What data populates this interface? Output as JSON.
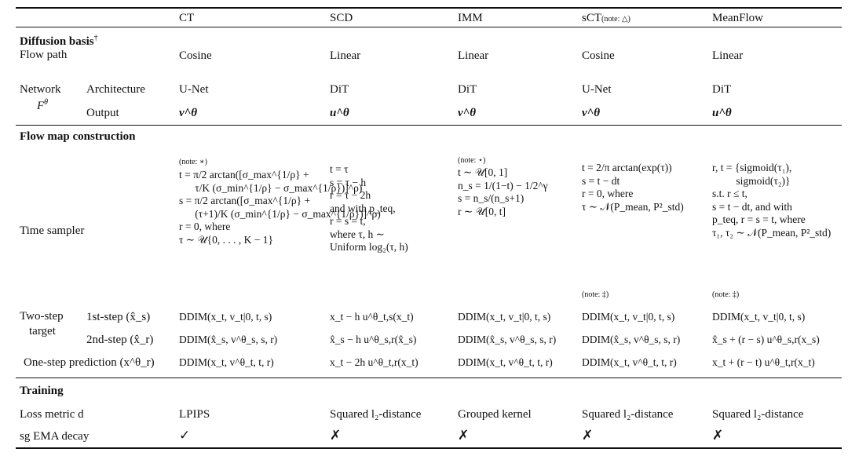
{
  "header": {
    "c1": "CT",
    "c2": "SCD",
    "c3": "IMM",
    "c4_main": "sCT",
    "c4_note": "(note: △)",
    "c5": "MeanFlow"
  },
  "sections": {
    "diffusion": "Diffusion basis",
    "diffusion_sup": "†",
    "flowmap": "Flow map construction",
    "training": "Training"
  },
  "flow_path": {
    "label": "Flow path",
    "c1": "Cosine",
    "c2": "Linear",
    "c3": "Linear",
    "c4": "Cosine",
    "c5": "Linear"
  },
  "network": {
    "label": "Network",
    "sym": "F^θ",
    "arch_label": "Architecture",
    "arch": [
      "U-Net",
      "DiT",
      "DiT",
      "U-Net",
      "DiT"
    ],
    "out_label": "Output",
    "out": [
      "v^θ",
      "u^θ",
      "v^θ",
      "v^θ",
      "u^θ"
    ]
  },
  "time_sampler": {
    "label": "Time sampler",
    "c1_note": "(note: ∗)",
    "c1": "t = π/2 arctan([σ_max^{1/ρ} +\n      τ/K (σ_min^{1/ρ} − σ_max^{1/ρ})]^ρ)\ns = π/2 arctan([σ_max^{1/ρ} +\n      (τ+1)/K (σ_min^{1/ρ} − σ_max^{1/ρ})]^ρ)\nr = 0, where\nτ ∼ 𝒰{0, . . . , K − 1}",
    "c2": "t = τ\ns = τ − h\nr = τ − 2h\nand with p_teq,\nr = s = t,\nwhere τ, h ∼\nUniform log₂(τ, h)",
    "c3_note": "(note: ⋆)",
    "c3": "t ∼ 𝒰[0, 1]\nn_s = 1/(1−t) − 1/2^γ\ns = n_s/(n_s+1)\nr ∼ 𝒰[0, t]",
    "c4": "t = 2/π arctan(exp(τ))\ns = t − dt\nr = 0, where\nτ ∼ 𝒩(P_mean, P²_std)",
    "c5": "r, t = {sigmoid(τ₁),\n         sigmoid(τ₂)}\ns.t. r ≤ t,\ns = t − dt, and with\np_teq, r = s = t, where\nτ₁, τ₂ ∼ 𝒩(P_mean, P²_std)"
  },
  "two_step": {
    "label1": "Two-step",
    "label2": "target",
    "notes": {
      "c4": "(note: ‡)",
      "c5": "(note: ‡)"
    },
    "first_label": "1st-step (x̂_s)",
    "first": [
      "DDIM(x_t, v_t|0, t, s)",
      "x_t − h u^θ_t,s(x_t)",
      "DDIM(x_t, v_t|0, t, s)",
      "DDIM(x_t, v_t|0, t, s)",
      "DDIM(x_t, v_t|0, t, s)"
    ],
    "second_label": "2nd-step (x̂_r)",
    "second": [
      "DDIM(x̂_s, v^θ_s, s, r)",
      "x̂_s − h u^θ_s,r(x̂_s)",
      "DDIM(x̂_s, v^θ_s, s, r)",
      "DDIM(x̂_s, v^θ_s, s, r)",
      "x̂_s + (r − s) u^θ_s,r(x_s)"
    ]
  },
  "one_step": {
    "label": "One-step prediction (x^θ_r)",
    "vals": [
      "DDIM(x_t, v^θ_t, t, r)",
      "x_t − 2h u^θ_t,r(x_t)",
      "DDIM(x_t, v^θ_t, t, r)",
      "DDIM(x_t, v^θ_t, t, r)",
      "x_t + (r − t) u^θ_t,r(x_t)"
    ]
  },
  "loss": {
    "label": "Loss metric d",
    "vals": [
      "LPIPS",
      "Squared l₂-distance",
      "Grouped kernel",
      "Squared l₂-distance",
      "Squared l₂-distance"
    ]
  },
  "ema": {
    "label": "sg EMA decay",
    "vals": [
      "✓",
      "✗",
      "✗",
      "✗",
      "✗"
    ]
  }
}
